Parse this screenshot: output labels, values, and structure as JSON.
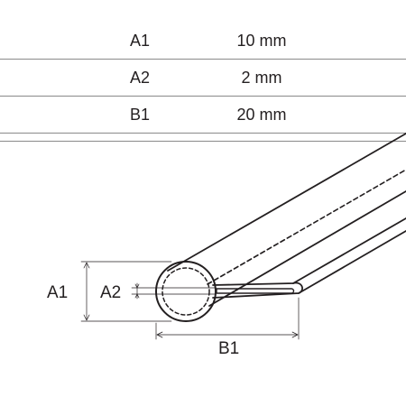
{
  "spec_table": {
    "rows": [
      {
        "label": "A1",
        "value": "10 mm"
      },
      {
        "label": "A2",
        "value": "2 mm"
      },
      {
        "label": "B1",
        "value": "20 mm"
      }
    ]
  },
  "diagram": {
    "labels": {
      "a1": "A1",
      "a2": "A2",
      "b1": "B1"
    },
    "stroke_color": "#231f20"
  }
}
